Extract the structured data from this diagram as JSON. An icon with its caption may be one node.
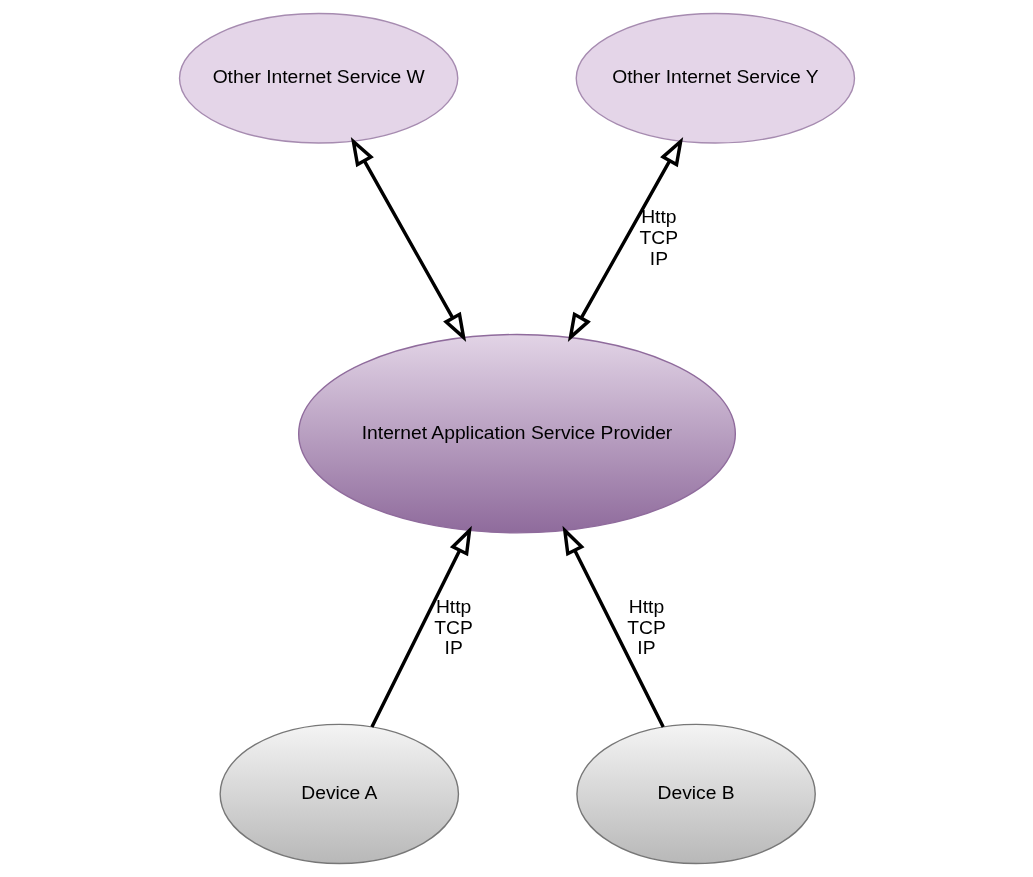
{
  "diagram": {
    "nodes": [
      {
        "text": [
          "Other Internet Service W"
        ]
      },
      {
        "text": [
          "Other Internet Service Y"
        ]
      },
      {
        "text": [
          "Internet Application Service Provider"
        ]
      },
      {
        "text": [
          "Device A"
        ]
      },
      {
        "text": [
          "Device B"
        ]
      }
    ],
    "edges": [
      {
        "from": 2,
        "to": 0,
        "arrow": "both"
      },
      {
        "from": 2,
        "to": 1,
        "arrow": "both",
        "label": "Http TCP IP"
      },
      {
        "from": 3,
        "to": 2,
        "arrow": "to",
        "label": "Http TCP IP"
      },
      {
        "from": 4,
        "to": 2,
        "arrow": "to",
        "label": "Http TCP IP"
      }
    ]
  }
}
